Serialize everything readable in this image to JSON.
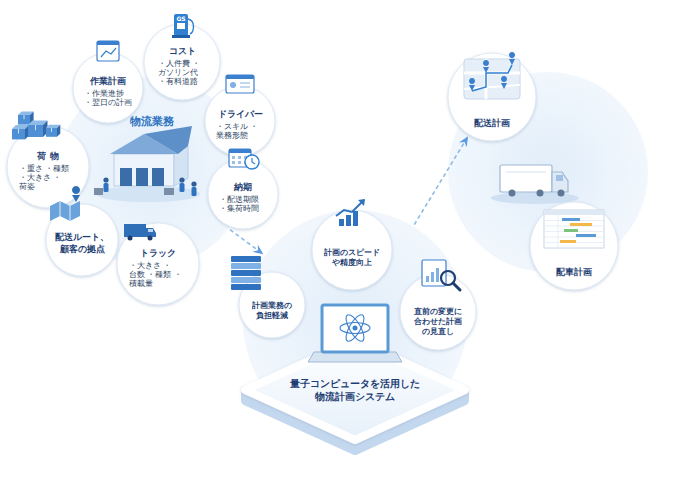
{
  "diagram": {
    "nodes": [
      {
        "text": [
          "物流業務"
        ]
      },
      {
        "text": [
          "作業計画",
          "・作業進捗 ・翌日の計画"
        ]
      },
      {
        "text": [
          "コスト",
          "・人件費 ・ガソリン代 ・有料道路"
        ]
      },
      {
        "text": [
          "ドライバー",
          "・スキル ・業務形態"
        ]
      },
      {
        "text": [
          "荷 物",
          "・重さ ・種類 ・大きさ ・荷姿"
        ]
      },
      {
        "text": [
          "納期",
          "・配送期限 ・集荷時間"
        ]
      },
      {
        "text": [
          "配送ルート、顧客の拠点"
        ]
      },
      {
        "text": [
          "トラック",
          "・大きさ ・台数 ・種類 ・積載量"
        ]
      },
      {
        "text": [
          "量子コンピュータを活用した物流計画システム"
        ]
      },
      {
        "text": [
          "計画のスピードや精度向上"
        ],
        "in": 8
      },
      {
        "text": [
          "計画業務の負担軽減"
        ],
        "in": 8
      },
      {
        "text": [
          "直前の変更に合わせた計画の見直し"
        ],
        "in": 8
      },
      {
        "text": [
          "配送計画"
        ]
      },
      {
        "text": [
          "配車計画"
        ]
      }
    ],
    "edges": [
      {
        "from": 0,
        "to": 8,
        "arrow": "to"
      },
      {
        "from": 8,
        "to": 12,
        "arrow": "to"
      }
    ],
    "labels": [
      "GS"
    ]
  }
}
